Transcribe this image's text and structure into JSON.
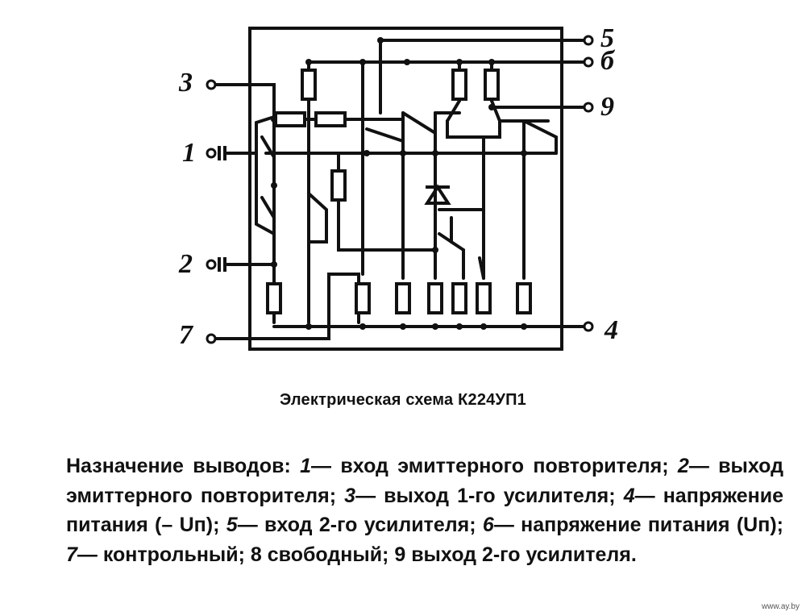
{
  "pins": [
    {
      "id": "5",
      "label": "5"
    },
    {
      "id": "6",
      "label": "б"
    },
    {
      "id": "9",
      "label": "9"
    },
    {
      "id": "3",
      "label": "3"
    },
    {
      "id": "1",
      "label": "1"
    },
    {
      "id": "2",
      "label": "2"
    },
    {
      "id": "7",
      "label": "7"
    },
    {
      "id": "4",
      "label": "4"
    }
  ],
  "caption": "Электрическая схема К224УП1",
  "legend": {
    "title": "Назначение выводов:",
    "items": [
      {
        "num": "1",
        "text": "— вход эмиттерного повторителя;"
      },
      {
        "num": "2",
        "text": "— выход эмиттерного повторителя;"
      },
      {
        "num": "3",
        "text": "— выход 1-го усилителя;"
      },
      {
        "num": "4",
        "text": "— напряжение питания (– Uп);"
      },
      {
        "num": "5",
        "text": "— вход 2-го усилителя;"
      },
      {
        "num": "6",
        "text": "— напряжение питания (Uп);"
      },
      {
        "num": "7",
        "text": "— контрольный;"
      },
      {
        "num": "",
        "text": "8 свободный;"
      },
      {
        "num": "",
        "text": "9 выход 2-го усилителя."
      }
    ]
  },
  "watermark": "www.ay.by"
}
